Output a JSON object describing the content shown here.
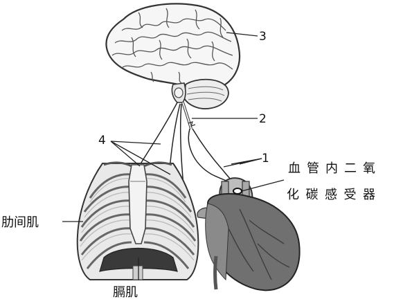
{
  "labels": {
    "brain_number": "3",
    "spinal_number": "2",
    "nerve_heart_number": "1",
    "nerve_chest_number": "4",
    "receptor_line1": "血管内二氧",
    "receptor_line2": "化碳感受器",
    "intercostal": "肋间肌",
    "diaphragm": "膈肌"
  }
}
